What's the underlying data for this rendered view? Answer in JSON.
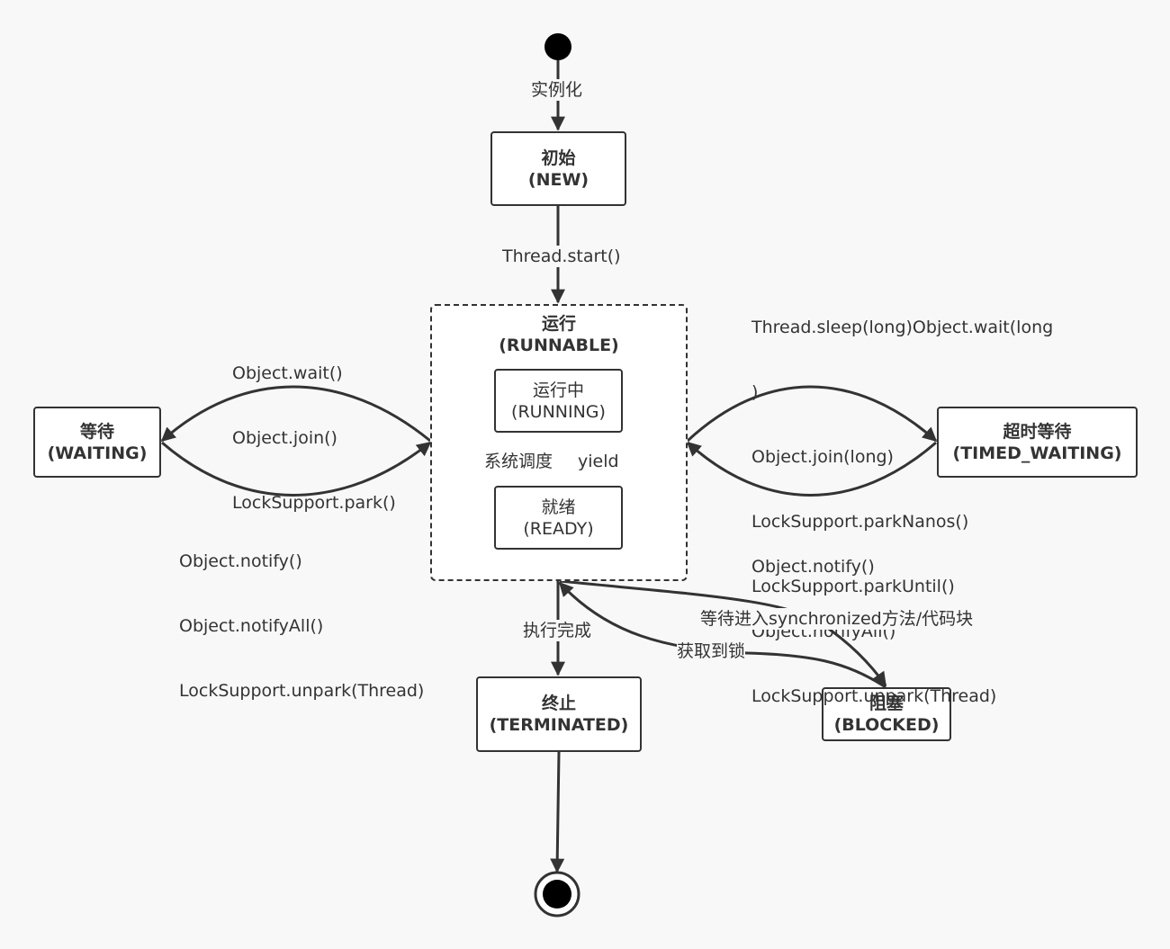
{
  "states": {
    "new": {
      "name": "初始",
      "code": "(NEW)"
    },
    "runnable": {
      "name": "运行",
      "code": "(RUNNABLE)"
    },
    "running": {
      "name": "运行中",
      "code": "(RUNNING)"
    },
    "ready": {
      "name": "就绪",
      "code": "(READY)"
    },
    "waiting": {
      "name": "等待",
      "code": "(WAITING)"
    },
    "timed_waiting": {
      "name": "超时等待",
      "code": "(TIMED_WAITING)"
    },
    "terminated": {
      "name": "终止",
      "code": "(TERMINATED)"
    },
    "blocked": {
      "name": "阻塞",
      "code": "(BLOCKED)"
    }
  },
  "transitions": {
    "instantiate": "实例化",
    "start": "Thread.start()",
    "to_waiting": [
      "Object.wait()",
      "Object.join()",
      "LockSupport.park()"
    ],
    "from_waiting": [
      "Object.notify()",
      "Object.notifyAll()",
      "LockSupport.unpark(Thread)"
    ],
    "to_timed_waiting": [
      "Thread.sleep(long)Object.wait(long",
      ")",
      "Object.join(long)",
      "LockSupport.parkNanos()",
      "LockSupport.parkUntil()"
    ],
    "from_timed_waiting": [
      "Object.notify()",
      "Object.notifyAll()",
      "LockSupport.unpark(Thread)"
    ],
    "schedule": "系统调度",
    "yield": "yield",
    "finish": "执行完成",
    "to_blocked": "等待进入synchronized方法/代码块",
    "from_blocked": "获取到锁"
  },
  "colors": {
    "line": "#333333",
    "background": "#f8f8f8",
    "box": "#ffffff"
  }
}
